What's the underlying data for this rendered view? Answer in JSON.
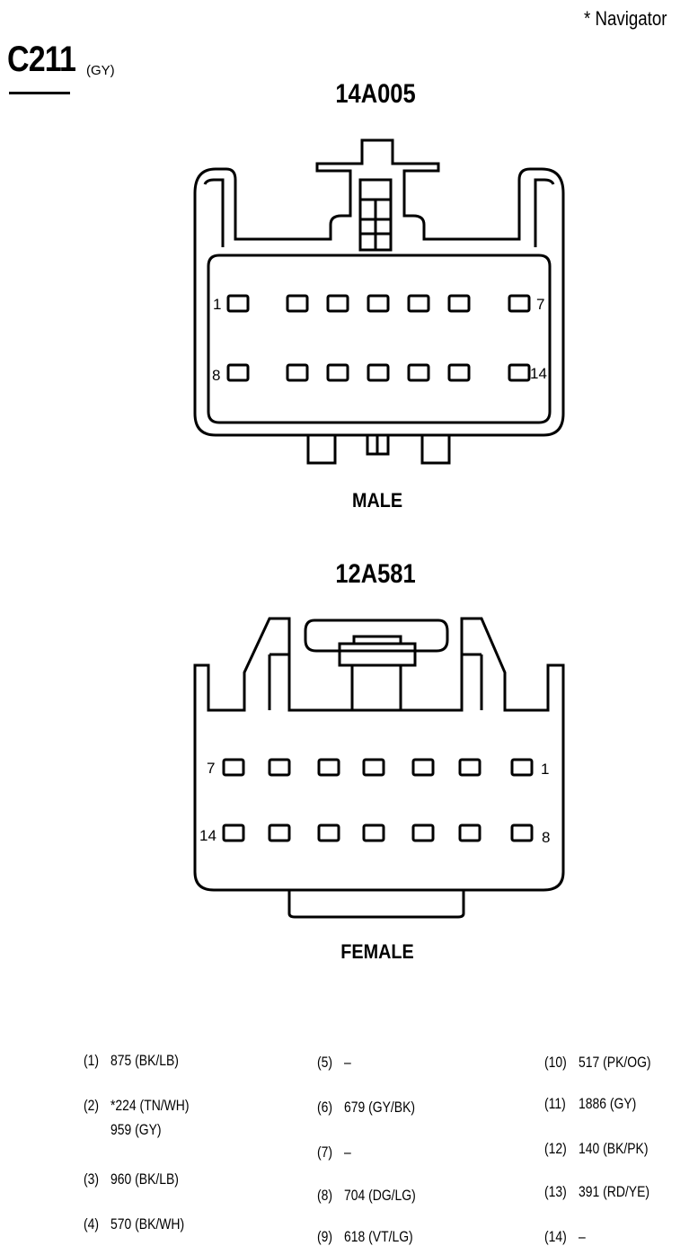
{
  "header": {
    "note": "* Navigator",
    "connector_id": "C211",
    "connector_color": "(GY)"
  },
  "male": {
    "part_number": "14A005",
    "label": "MALE",
    "pin_labels": {
      "top_left": "1",
      "top_right": "7",
      "bottom_left": "8",
      "bottom_right": "14"
    }
  },
  "female": {
    "part_number": "12A581",
    "label": "FEMALE",
    "pin_labels": {
      "top_left": "7",
      "top_right": "1",
      "bottom_left": "14",
      "bottom_right": "8"
    }
  },
  "legend": {
    "col1": [
      {
        "num": "(1)",
        "lines": [
          "875 (BK/LB)"
        ]
      },
      {
        "num": "(2)",
        "lines": [
          "*224 (TN/WH)",
          "959 (GY)"
        ]
      },
      {
        "num": "(3)",
        "lines": [
          "960 (BK/LB)"
        ]
      },
      {
        "num": "(4)",
        "lines": [
          "570 (BK/WH)"
        ]
      }
    ],
    "col2": [
      {
        "num": "(5)",
        "lines": [
          "–"
        ]
      },
      {
        "num": "(6)",
        "lines": [
          "679 (GY/BK)"
        ]
      },
      {
        "num": "(7)",
        "lines": [
          "–"
        ]
      },
      {
        "num": "(8)",
        "lines": [
          "704 (DG/LG)"
        ]
      },
      {
        "num": "(9)",
        "lines": [
          "618 (VT/LG)"
        ]
      }
    ],
    "col3": [
      {
        "num": "(10)",
        "lines": [
          "517 (PK/OG)"
        ]
      },
      {
        "num": "(11)",
        "lines": [
          "1886 (GY)"
        ]
      },
      {
        "num": "(12)",
        "lines": [
          "140 (BK/PK)"
        ]
      },
      {
        "num": "(13)",
        "lines": [
          "391 (RD/YE)"
        ]
      },
      {
        "num": "(14)",
        "lines": [
          "–"
        ]
      }
    ]
  }
}
